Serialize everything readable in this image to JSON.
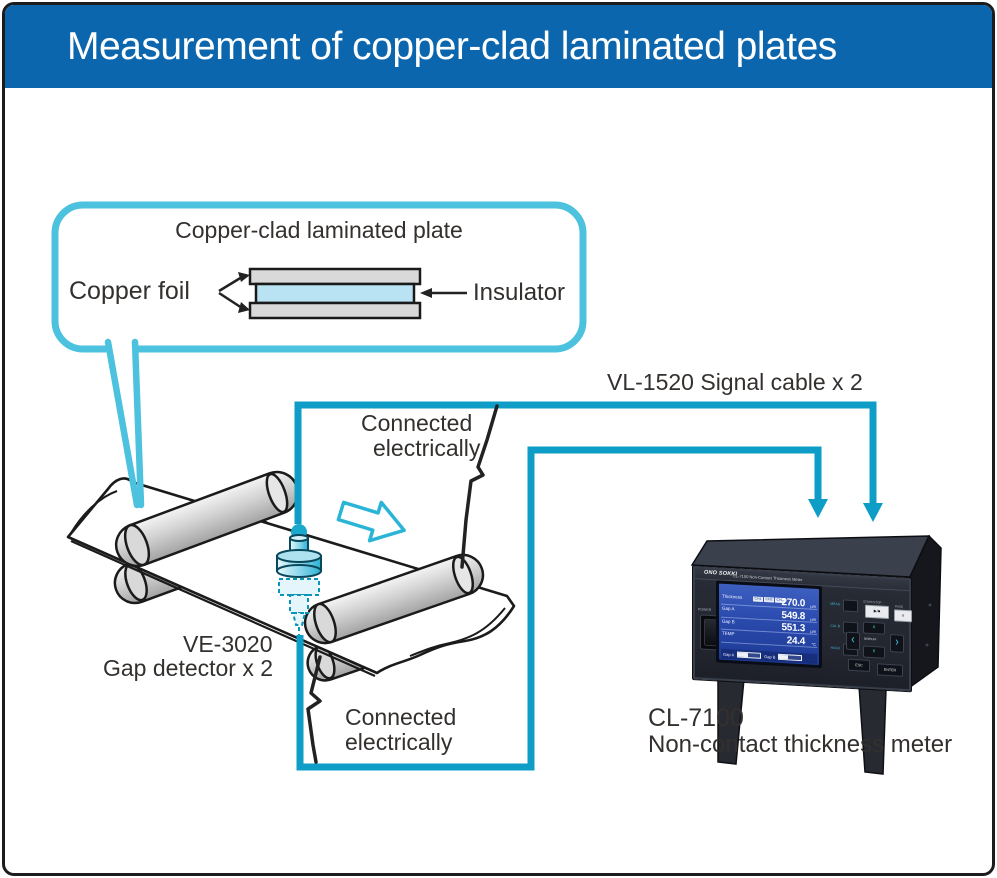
{
  "title": "Measurement of copper-clad laminated plates",
  "callout": {
    "heading": "Copper-clad laminated plate",
    "copper_foil": "Copper foil",
    "insulator": "Insulator"
  },
  "labels": {
    "signal_cable": "VL-1520 Signal cable x 2",
    "connected_top_1": "Connected",
    "connected_top_2": "electrically",
    "connected_bottom_1": "Connected",
    "connected_bottom_2": "electrically",
    "detector_model": "VE-3020",
    "detector_name": "Gap detector x 2"
  },
  "device": {
    "brand": "ONO SOKKI",
    "panel_title": "CL-7100 Non-Contact Thickness Meter",
    "power": "POWER",
    "power_on": "I",
    "power_off": "O",
    "screen": {
      "tabs": [
        "CH1",
        "CH2",
        "CH3"
      ],
      "rows": [
        {
          "label": "Thickness",
          "value": "270.0",
          "unit": "µm"
        },
        {
          "label": "Gap A",
          "value": "549.8",
          "unit": "µm"
        },
        {
          "label": "Gap B",
          "value": "551.3",
          "unit": "µm"
        },
        {
          "label": "TEMP",
          "value": "24.4",
          "unit": "°C"
        }
      ],
      "bars": [
        {
          "label": "Gap A"
        },
        {
          "label": "Gap B"
        }
      ]
    },
    "keys": {
      "fkeys": [
        "MEAS",
        "CAL B",
        "HOLD"
      ],
      "start_stop_label": "START/STOP",
      "start_stop_icon": "▶/■",
      "page_label": "PAGE",
      "page_icon": "≡",
      "display": "DISPLAY",
      "esc": "ESC",
      "enter": "ENTER",
      "up": "∧",
      "down": "∨",
      "left": "❮",
      "right": "❯"
    },
    "caption_model": "CL-7100",
    "caption_name": "Non-contact thickness meter"
  },
  "colors": {
    "header_bg": "#0c66ad",
    "callout_cyan": "#4cc2de",
    "cable_cyan": "#0d9dc6",
    "insulator_fill": "#b9e3f3",
    "screen_blue": "#2a4aad"
  }
}
